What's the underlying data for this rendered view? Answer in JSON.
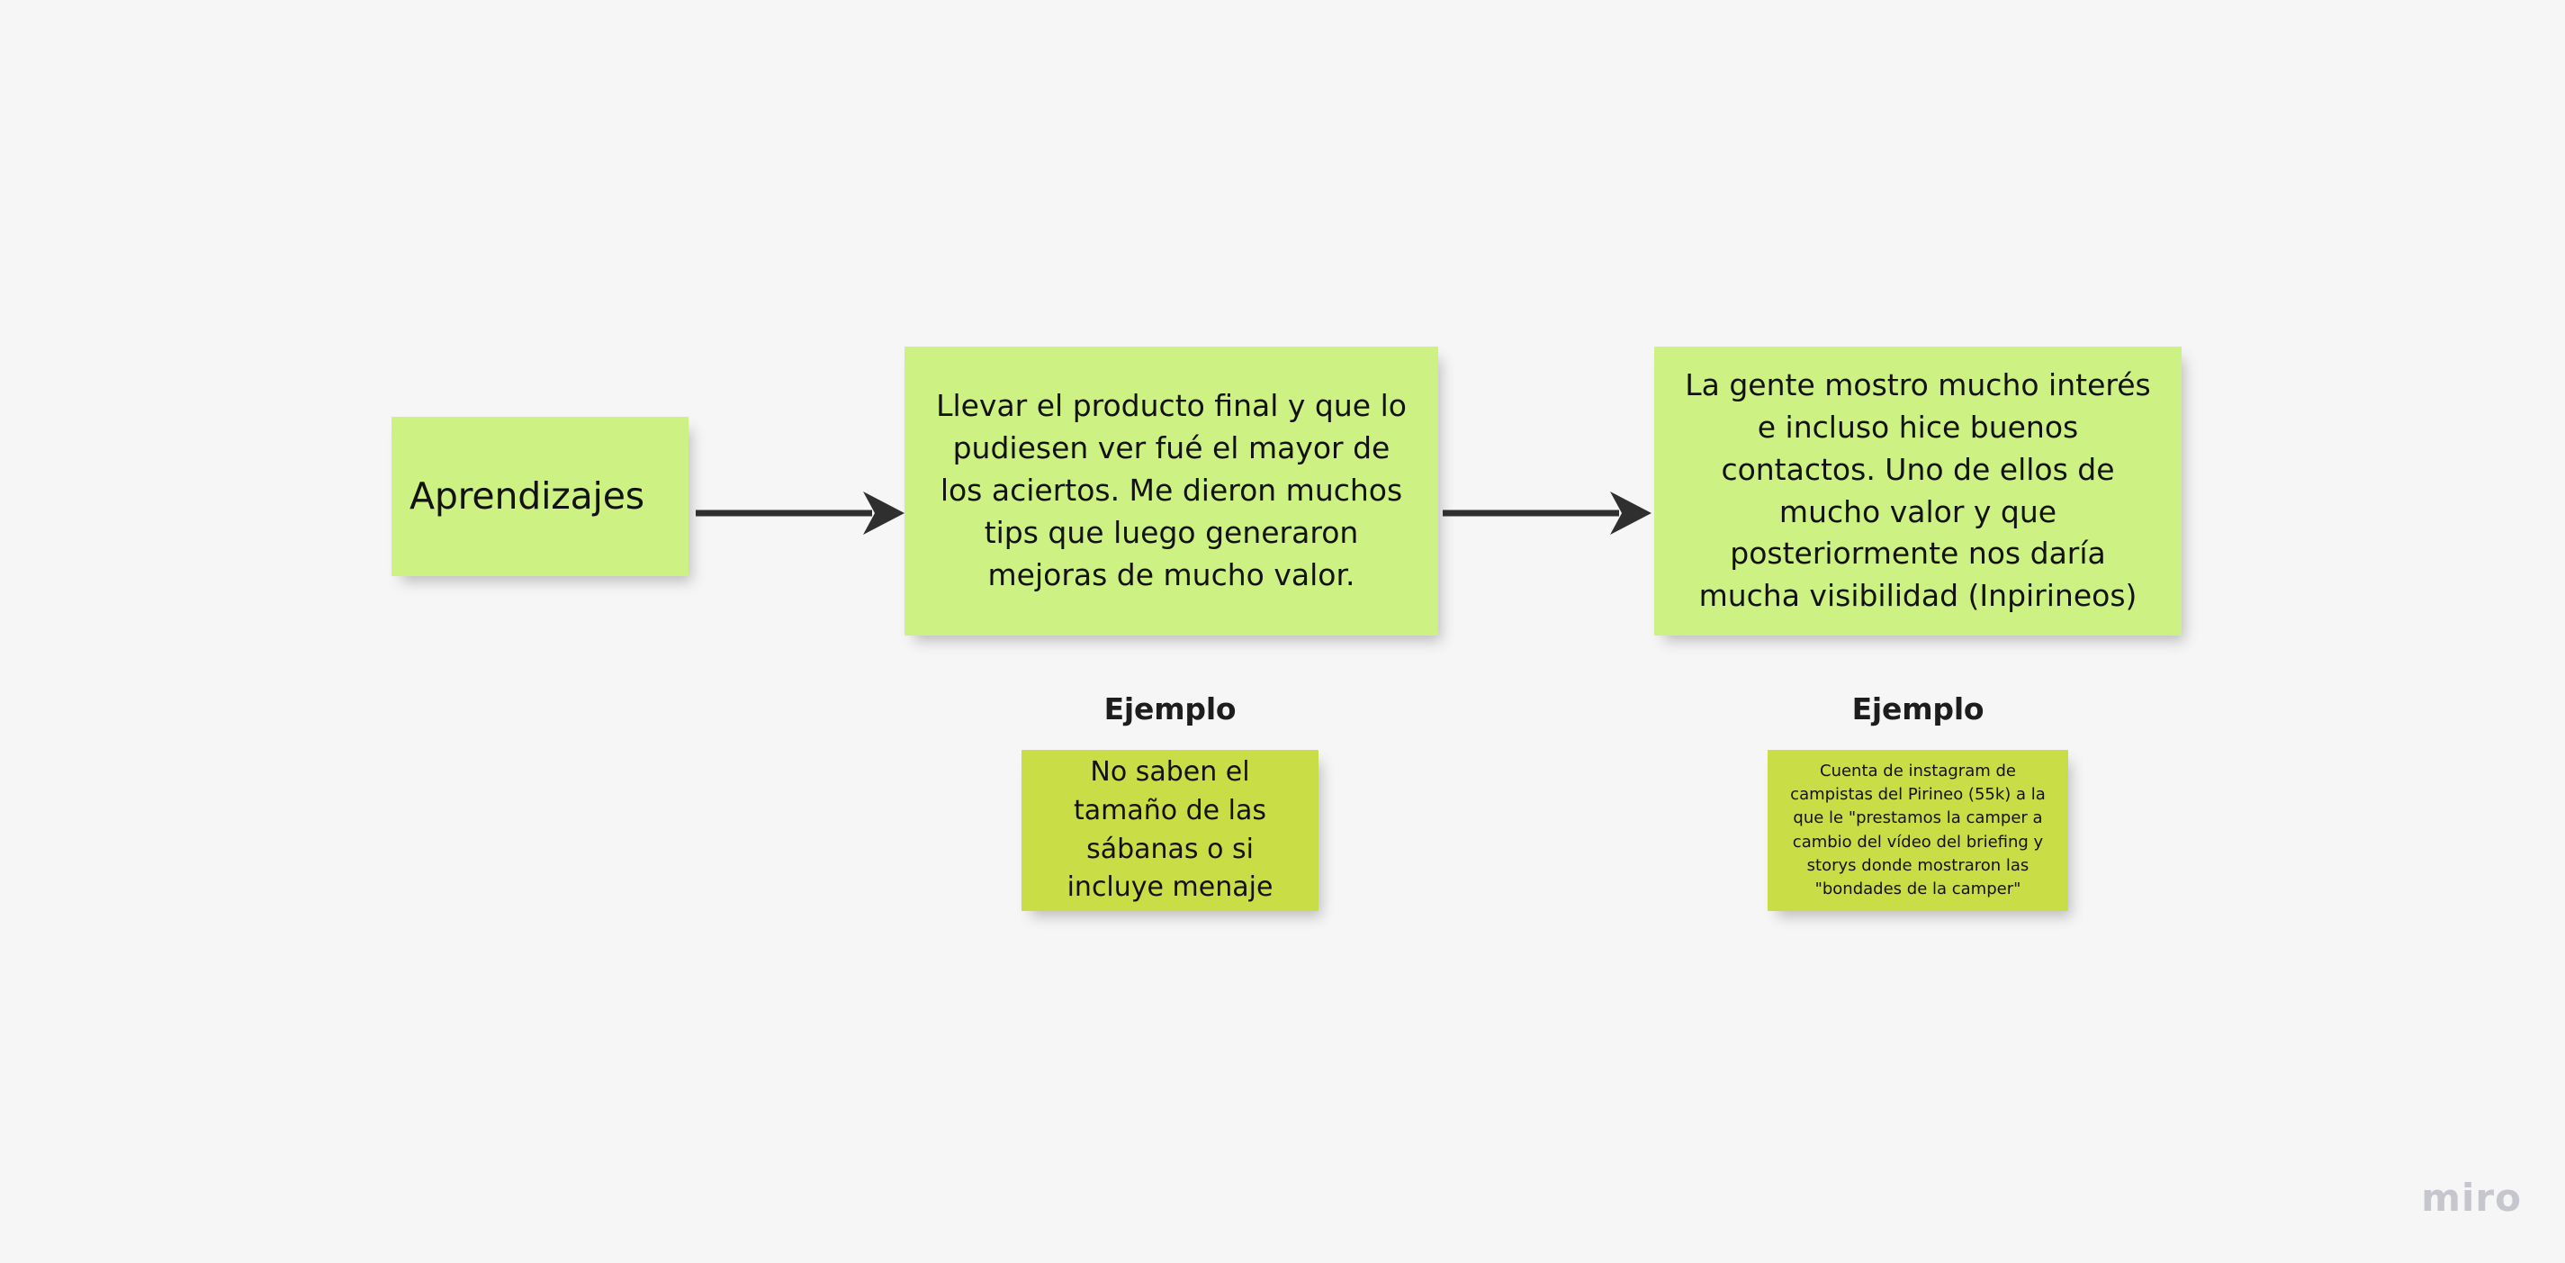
{
  "board": {
    "background_color": "#f6f6f6",
    "watermark": "miro"
  },
  "notes": {
    "aprendizajes": {
      "text": "Aprendizajes",
      "color": "#cdf182"
    },
    "aciertos": {
      "text": "Llevar el producto final y que lo pudiesen ver fué el mayor de los aciertos. Me dieron muchos tips que luego generaron mejoras de mucho valor.",
      "color": "#cdf182"
    },
    "contactos": {
      "text": "La  gente mostro mucho interés e incluso hice buenos contactos. Uno de ellos de mucho valor y que posteriormente nos daría mucha visibilidad (Inpirineos)",
      "color": "#cdf182"
    },
    "sabanas": {
      "text": "No saben el tamaño de las sábanas o si incluye menaje",
      "color": "#c8dd46"
    },
    "instagram": {
      "text": "Cuenta de instagram de campistas del Pirineo (55k) a la que le \"prestamos la camper a cambio del vídeo del briefing y storys donde mostraron las \"bondades de la camper\"",
      "color": "#c8dd46"
    }
  },
  "labels": {
    "ejemplo_left": "Ejemplo",
    "ejemplo_right": "Ejemplo"
  },
  "arrows": {
    "arrow_1": "arrow-right",
    "arrow_2": "arrow-right",
    "color": "#2f2f2f"
  }
}
